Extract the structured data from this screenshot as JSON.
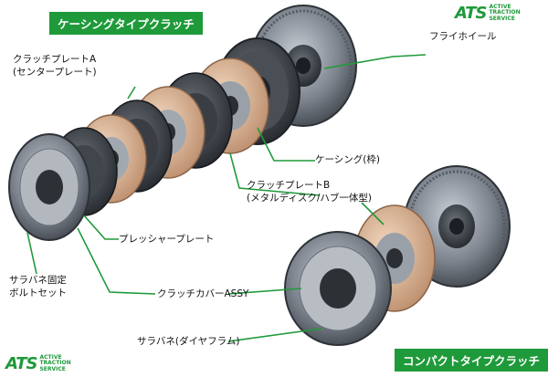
{
  "banners": {
    "casing_type": "ケーシングタイプクラッチ",
    "compact_type": "コンパクトタイプクラッチ"
  },
  "labels": {
    "clutch_plate_a_line1": "クラッチプレートA",
    "clutch_plate_a_line2": "(センタープレート)",
    "flywheel": "フライホイール",
    "casing": "ケーシング(枠)",
    "clutch_plate_b_line1": "クラッチプレートB",
    "clutch_plate_b_line2": "(メタルディスク/ハブ一体型)",
    "pressure_plate": "プレッシャープレート",
    "clutch_cover_assy": "クラッチカバーASSY",
    "spring_bolt_set_line1": "サラバネ固定",
    "spring_bolt_set_line2": "ボルトセット",
    "diaphragm_spring": "サラバネ(ダイヤフラム)"
  },
  "brand": {
    "mark": "ATS",
    "line1": "ACTIVE",
    "line2": "TRACTION",
    "line3": "SERVICE"
  },
  "colors": {
    "accent_green": "#1f9a3a",
    "metal": "#8a9099",
    "friction_pad": "#e8c6a8"
  }
}
